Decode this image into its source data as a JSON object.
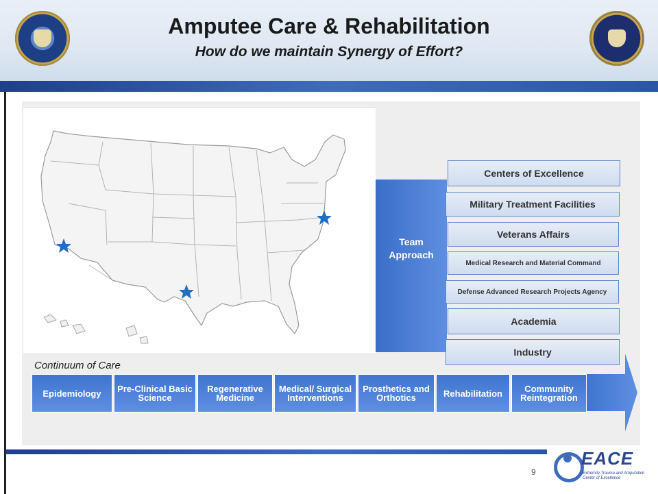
{
  "header": {
    "title": "Amputee Care & Rehabilitation",
    "subtitle": "How do we maintain Synergy of Effort?"
  },
  "seals": {
    "left_icon": "dod-seal",
    "right_icon": "va-seal"
  },
  "map": {
    "icon": "us-map",
    "markers": [
      "star-california",
      "star-texas",
      "star-maryland"
    ]
  },
  "team": {
    "label": "Team Approach"
  },
  "partners": [
    "Centers of Excellence",
    "Military Treatment Facilities",
    "Veterans Affairs",
    "Medical Research and Material Command",
    "Defense Advanced Research Projects Agency",
    "Academia",
    "Industry"
  ],
  "continuum": {
    "label": "Continuum of  Care",
    "steps": [
      "Epidemiology",
      "Pre-Clinical Basic Science",
      "Regenerative Medicine",
      "Medical/ Surgical Interventions",
      "Prosthetics and Orthotics",
      "Rehabilitation",
      "Community Reintegration"
    ]
  },
  "footer": {
    "page_number": "9",
    "logo_text": "EACE",
    "logo_subtext": "Extremity Trauma and Amputation Center of Excellence"
  },
  "colors": {
    "accent": "#3f6bbd",
    "navy": "#1e3f8c",
    "star": "#1f6fc4"
  }
}
